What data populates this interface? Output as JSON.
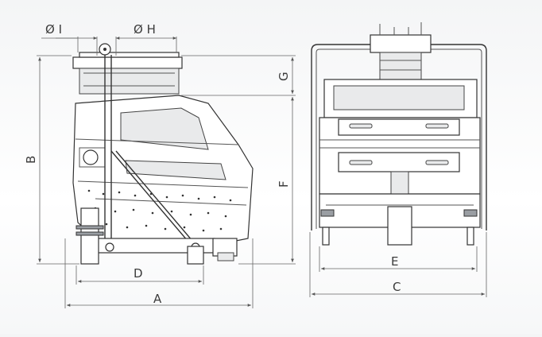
{
  "dimension_labels": {
    "I": "Ø I",
    "H": "Ø H",
    "G": "G",
    "B": "B",
    "F": "F",
    "D": "D",
    "A": "A",
    "E": "E",
    "C": "C"
  }
}
